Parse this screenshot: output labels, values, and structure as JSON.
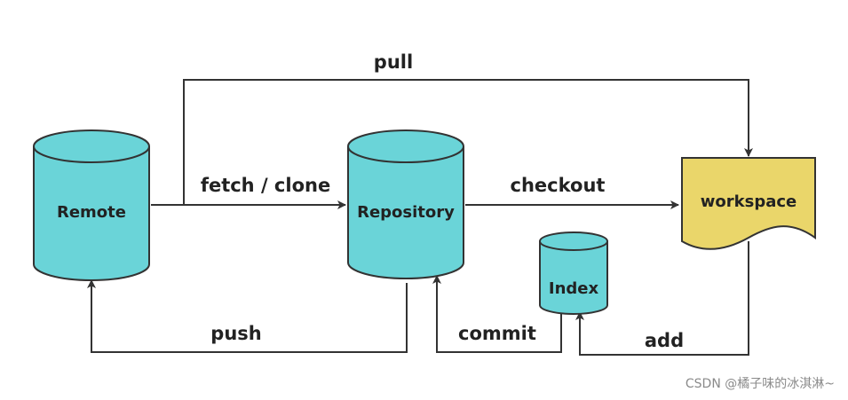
{
  "nodes": {
    "remote": "Remote",
    "repository": "Repository",
    "index": "Index",
    "workspace": "workspace"
  },
  "edges": {
    "pull": "pull",
    "fetch_clone": "fetch / clone",
    "checkout": "checkout",
    "push": "push",
    "commit": "commit",
    "add": "add"
  },
  "colors": {
    "cylinder_fill": "#6ad4d8",
    "cylinder_stroke": "#333333",
    "workspace_fill": "#ead66a",
    "line": "#333333"
  },
  "watermark": "CSDN @橘子味的冰淇淋~"
}
